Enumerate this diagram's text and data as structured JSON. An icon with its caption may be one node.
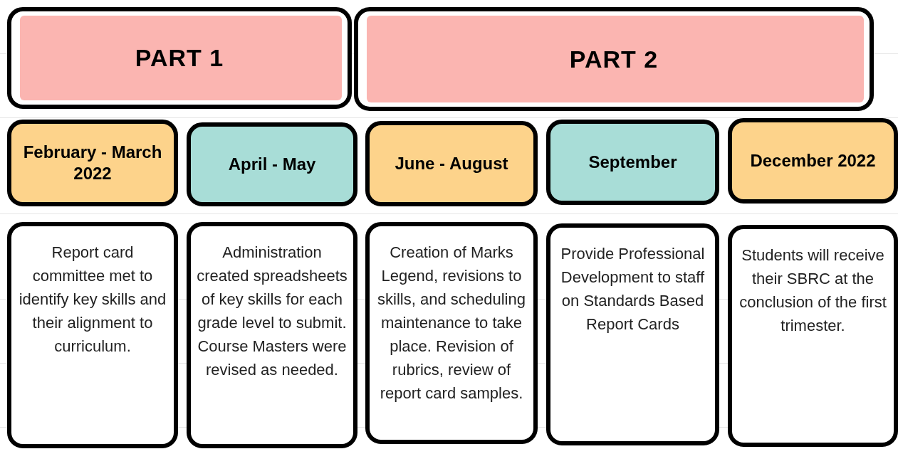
{
  "diagram": {
    "nodes": [
      {
        "text": [
          "PART 1"
        ]
      },
      {
        "text": [
          "PART 2"
        ]
      },
      {
        "text": [
          "February - March 2022"
        ]
      },
      {
        "text": [
          "April - May"
        ]
      },
      {
        "text": [
          "June - August"
        ]
      },
      {
        "text": [
          "September"
        ]
      },
      {
        "text": [
          "December 2022"
        ]
      },
      {
        "text": [
          "Report card committee met to identify key skills and their alignment to curriculum."
        ]
      },
      {
        "text": [
          "Administration created spreadsheets of key skills for each grade level to submit. Course Masters were revised as needed."
        ]
      },
      {
        "text": [
          "Creation of Marks Legend, revisions to skills, and scheduling maintenance to take place. Revision of rubrics, review of report card samples."
        ]
      },
      {
        "text": [
          "Provide Professional Development to staff on Standards Based Report Cards"
        ]
      },
      {
        "text": [
          "Students will receive their SBRC at the conclusion of the first trimester."
        ]
      }
    ]
  }
}
